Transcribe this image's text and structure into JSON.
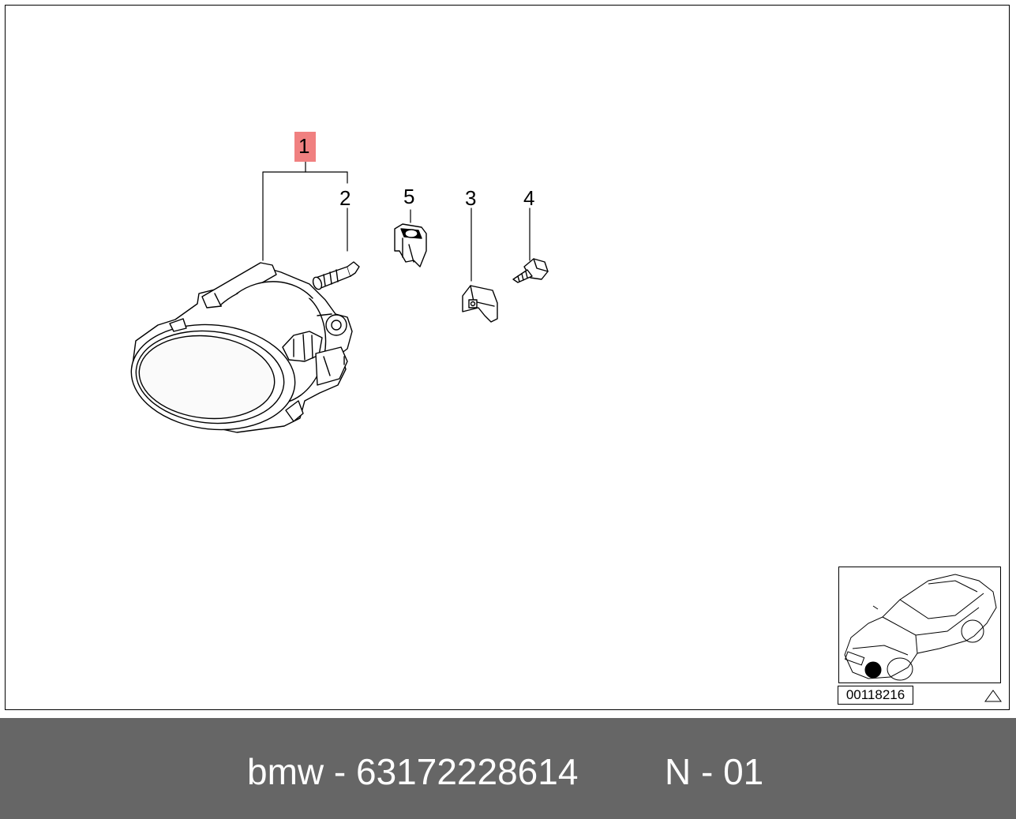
{
  "diagram": {
    "callouts": [
      {
        "id": "1",
        "label": "1"
      },
      {
        "id": "2",
        "label": "2"
      },
      {
        "id": "5",
        "label": "5"
      },
      {
        "id": "3",
        "label": "3"
      },
      {
        "id": "4",
        "label": "4"
      }
    ],
    "highlight_color": "#f08080"
  },
  "overview": {
    "reference_code": "00118216"
  },
  "footer": {
    "left_text": "bmw - 63172228614",
    "right_text": "N - 01",
    "background_color": "#666666"
  }
}
